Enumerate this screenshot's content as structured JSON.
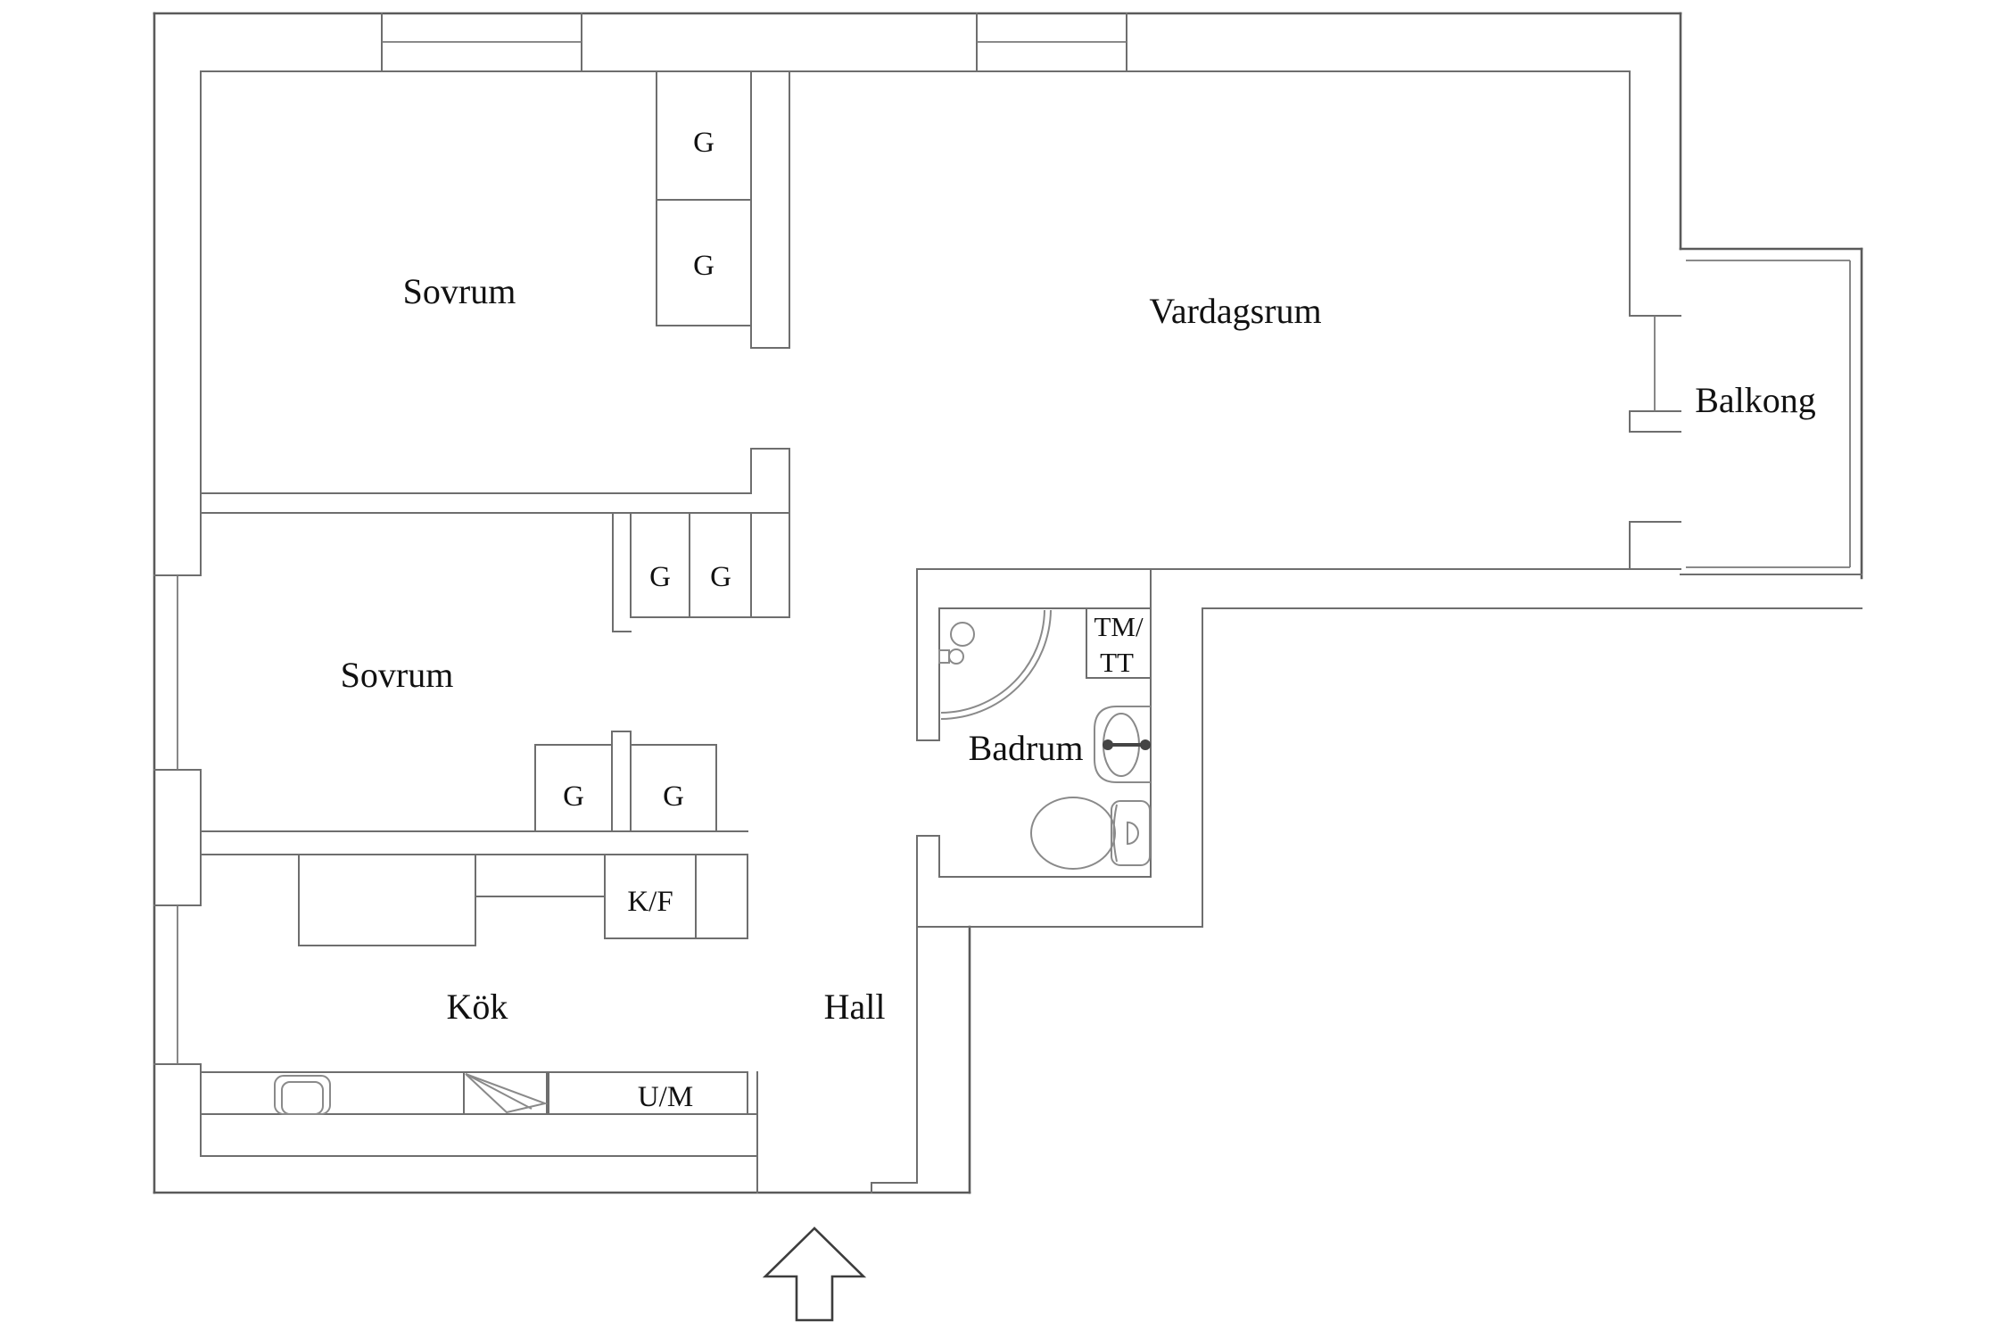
{
  "plan": {
    "title": "apartment-floor-plan",
    "rooms": [
      {
        "id": "sovrum-1",
        "label": "Sovrum"
      },
      {
        "id": "vardagsrum",
        "label": "Vardagsrum"
      },
      {
        "id": "balkong",
        "label": "Balkong"
      },
      {
        "id": "sovrum-2",
        "label": "Sovrum"
      },
      {
        "id": "badrum",
        "label": "Badrum"
      },
      {
        "id": "kok",
        "label": "Kök"
      },
      {
        "id": "hall",
        "label": "Hall"
      }
    ],
    "closets": {
      "label": "G"
    },
    "appliances": {
      "fridge_freezer": {
        "label": "K/F"
      },
      "oven_micro": {
        "label": "U/M"
      },
      "washer_line1": {
        "label": "TM/"
      },
      "washer_line2": {
        "label": "TT"
      }
    }
  },
  "colors": {
    "wall": "#5a5a5a",
    "fixture": "#8a8a8a",
    "text": "#111111",
    "background": "#ffffff"
  }
}
